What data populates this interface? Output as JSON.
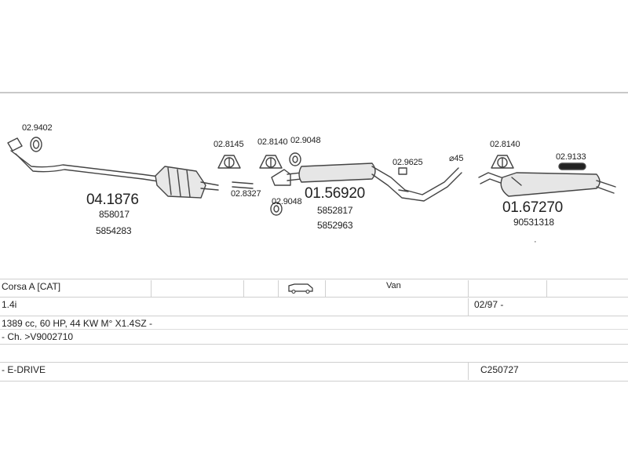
{
  "parts": {
    "p029402": "02.9402",
    "p041876": "04.1876",
    "oem_858017": "858017",
    "oem_5854283": "5854283",
    "p028145": "02.8145",
    "p028327": "02.8327",
    "p028140_a": "02.8140",
    "p029048_a": "02.9048",
    "p029048_b": "02.9048",
    "p0156920": "01.56920",
    "oem_5852817": "5852817",
    "oem_5852963": "5852963",
    "p029625": "02.9625",
    "diameter_45": "⌀45",
    "p028140_b": "02.8140",
    "p029133": "02.9133",
    "p0167270": "01.67270",
    "oem_90531318": "90531318"
  },
  "vehicle": {
    "model": "Corsa A  [CAT]",
    "body_type": "Van",
    "engine": "1.4i",
    "date": "02/97 -",
    "spec": "1389 cc, 60 HP, 44 KW  M° X1.4SZ -",
    "chassis": "- Ch. >V9002710",
    "drive": "- E-DRIVE",
    "code": "C250727"
  },
  "icons": {
    "van": "van-icon"
  },
  "colors": {
    "line": "#444444",
    "rule": "#c9c9c9"
  }
}
